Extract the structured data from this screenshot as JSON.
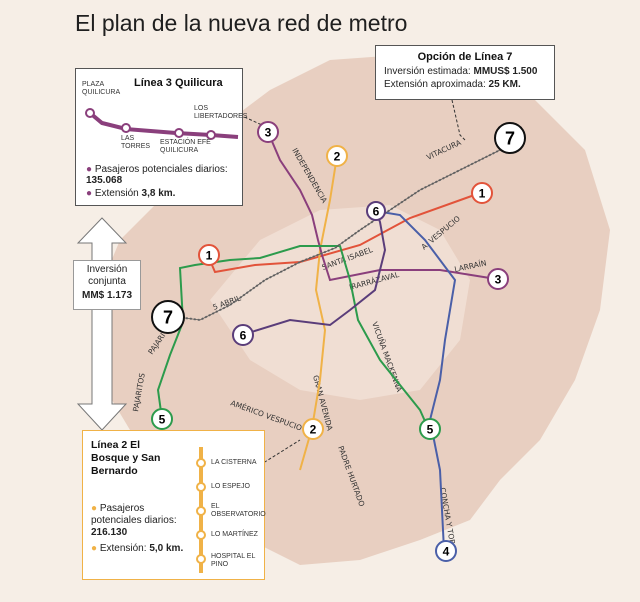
{
  "title": "El plan de la nueva red de metro",
  "colors": {
    "background": "#f6eee6",
    "city_area": "#e8cfc1",
    "city_core": "#f3e4da",
    "line1": "#e2533a",
    "line2": "#f0b247",
    "line3": "#8a3f7c",
    "line4": "#4a5fa8",
    "line5": "#2c9b4c",
    "line6": "#5a3d7a",
    "line7": "#808080"
  },
  "line_markers": {
    "l3_top": "3",
    "l2_top": "2",
    "l7_east": "7",
    "l6_center": "6",
    "l1_east": "1",
    "l1_west": "1",
    "l3_east": "3",
    "l7_west": "7",
    "l6_west": "6",
    "l5_west": "5",
    "l2_south": "2",
    "l5_east": "5",
    "l4_south": "4"
  },
  "streets": {
    "vitacura": "Vitacura",
    "independencia": "Independencia",
    "a_vespucio": "A. Vespucio",
    "larrain": "Larraín",
    "santa_isabel": "Santa Isabel",
    "irarrazaval": "Irarrázaval",
    "s_abril": "5 Abril",
    "pajaritos_upper": "Pajaritos",
    "pajaritos_lower": "Pajaritos",
    "vicuna_mackenna": "Vicuña Mackenna",
    "gran_avenida": "Gran Avenida",
    "americo_vespucio": "Américo Vespucio",
    "padre_hurtado": "Padre Hurtado",
    "camino_sur": "Concha y Toro"
  },
  "option7": {
    "title": "Opción de Línea 7",
    "investment_label": "Inversión estimada:",
    "investment_value": "MMUS$ 1.500",
    "extension_label": "Extensión aproximada:",
    "extension_value": "25 KM."
  },
  "line3_box": {
    "title": "Línea 3 Quilicura",
    "stations": [
      "Plaza Quilicura",
      "Las Torres",
      "Estación EFE Quilicura",
      "Los Libertadores"
    ],
    "passengers_label": "Pasajeros potenciales diarios:",
    "passengers_value": "135.068",
    "extension_label": "Extensión",
    "extension_value": "3,8 km."
  },
  "investment": {
    "label": "Inversión conjunta",
    "value": "MM$ 1.173"
  },
  "line2_box": {
    "title": "Línea 2 El Bosque y San Bernardo",
    "stations": [
      "La Cisterna",
      "Lo Espejo",
      "El Observatorio",
      "Lo Martínez",
      "Hospital El Pino"
    ],
    "passengers_label": "Pasajeros potenciales diarios:",
    "passengers_value": "216.130",
    "extension_label": "Extensión:",
    "extension_value": "5,0 km."
  }
}
